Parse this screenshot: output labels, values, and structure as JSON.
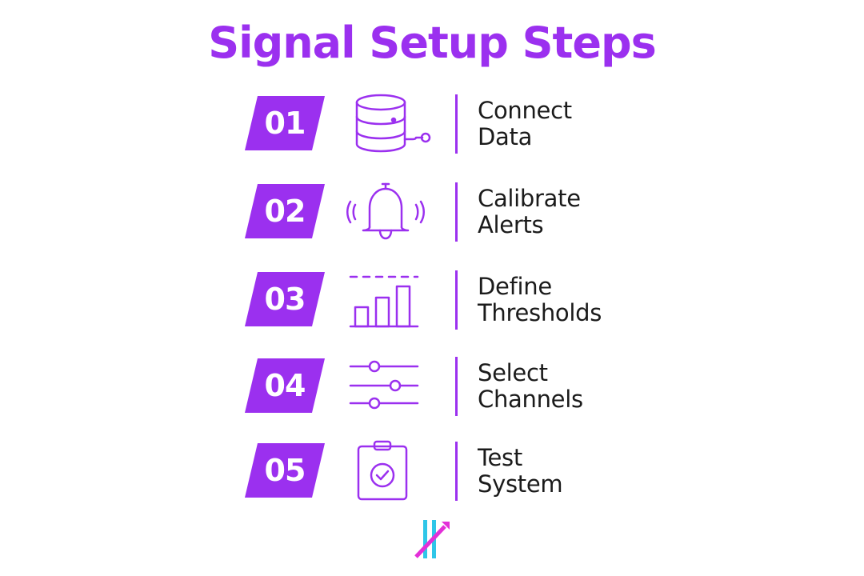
{
  "title": "Signal Setup Steps",
  "colors": {
    "accent": "#9b30ef",
    "text": "#1b1b1b",
    "logo_cyan": "#2ec6e8",
    "logo_magenta": "#e32fd8"
  },
  "steps": [
    {
      "number": "01",
      "line1": "Connect",
      "line2": "Data",
      "icon": "database-icon"
    },
    {
      "number": "02",
      "line1": "Calibrate",
      "line2": "Alerts",
      "icon": "bell-icon"
    },
    {
      "number": "03",
      "line1": "Define",
      "line2": "Thresholds",
      "icon": "bar-chart-icon"
    },
    {
      "number": "04",
      "line1": "Select",
      "line2": "Channels",
      "icon": "sliders-icon"
    },
    {
      "number": "05",
      "line1": "Test",
      "line2": "System",
      "icon": "clipboard-check-icon"
    }
  ],
  "logo": "brand-logo"
}
